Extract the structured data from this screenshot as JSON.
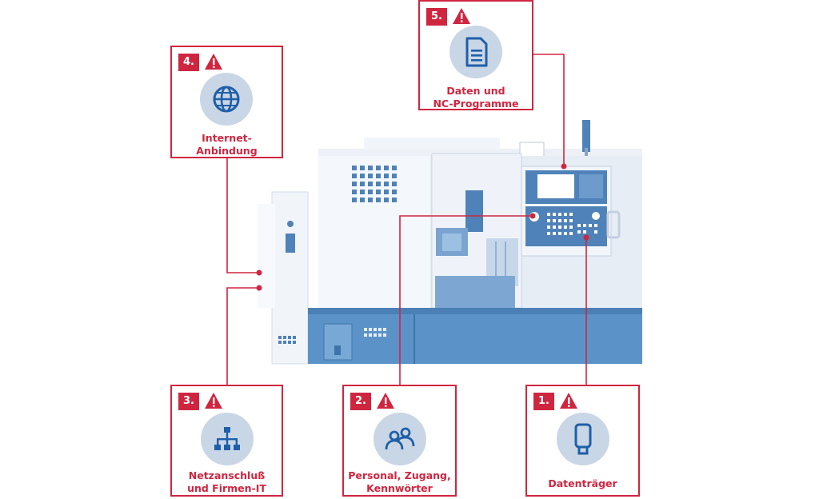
{
  "risks": [
    {
      "number": "1.",
      "label_line1": "Datenträger",
      "label_line2": "",
      "icon": "usb-stick-icon"
    },
    {
      "number": "2.",
      "label_line1": "Personal, Zugang,",
      "label_line2": "Kennwörter",
      "icon": "people-icon"
    },
    {
      "number": "3.",
      "label_line1": "Netzanschluß",
      "label_line2": "und Firmen-IT",
      "icon": "network-hierarchy-icon"
    },
    {
      "number": "4.",
      "label_line1": "Internet-",
      "label_line2": "Anbindung",
      "icon": "globe-icon"
    },
    {
      "number": "5.",
      "label_line1": "Daten und",
      "label_line2": "NC-Programme",
      "icon": "document-icon"
    }
  ],
  "warning_icon": "warning-triangle-icon",
  "colors": {
    "accent": "#cf2640",
    "machine_light": "#e9eef6",
    "machine_blue": "#5b93c8",
    "icon_bg": "#c9d6e6"
  }
}
